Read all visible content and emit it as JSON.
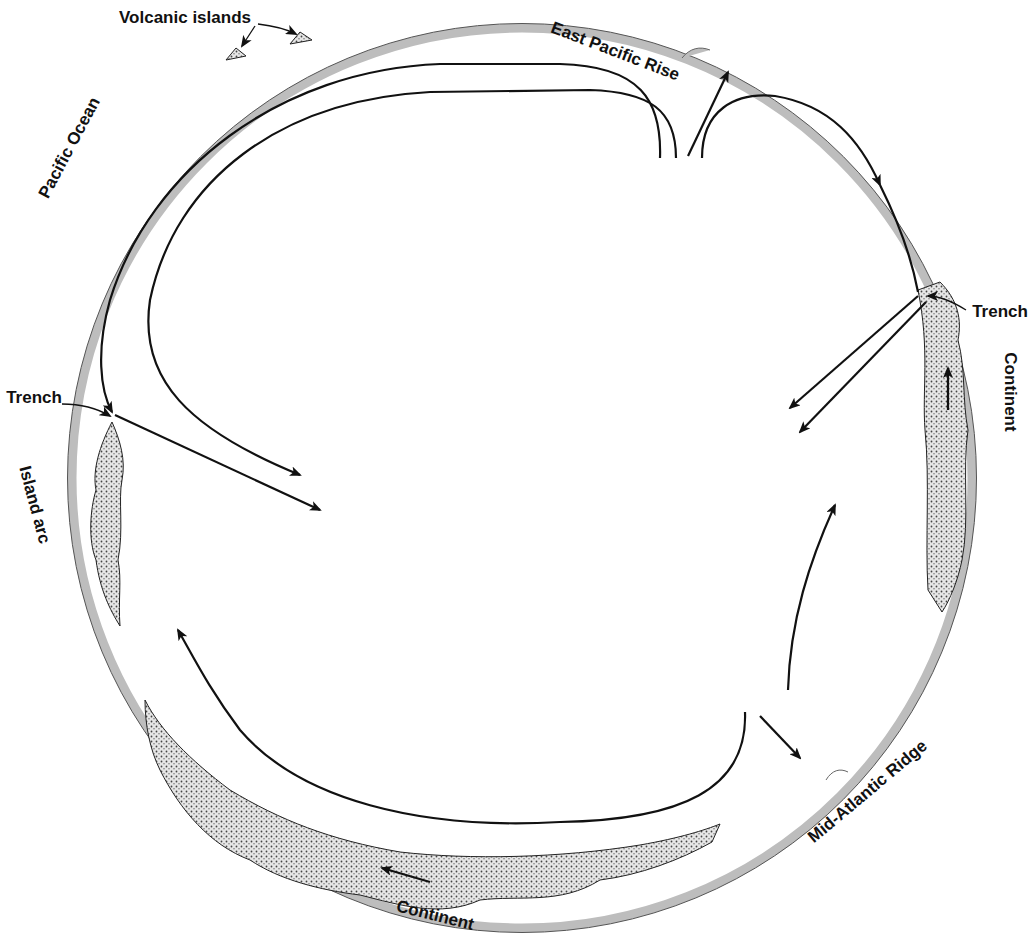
{
  "diagram": {
    "labels": [
      "Volcanic islands",
      "East Pacific Rise",
      "Pacific Ocean",
      "Trench",
      "Continent",
      "Trench",
      "Island arc",
      "Mid-Atlantic Ridge",
      "Continent"
    ]
  }
}
